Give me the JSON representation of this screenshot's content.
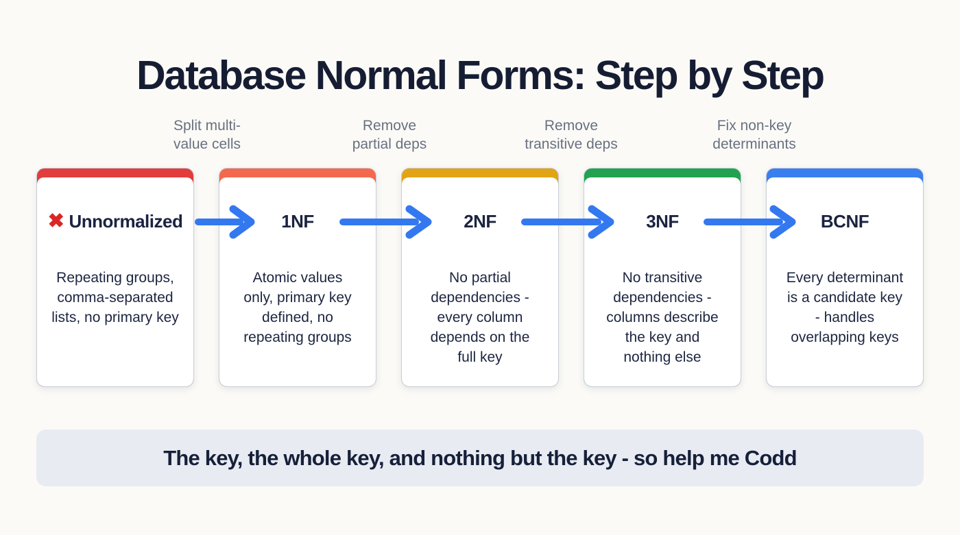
{
  "title": "Database Normal Forms: Step by Step",
  "colors": {
    "background": "#fbfaf7",
    "heading_text": "#161d33",
    "body_text": "#1c2540",
    "label_gray": "#68717f",
    "arrow_blue": "#3478f0",
    "footer_background": "#e8ebf2",
    "x_mark_red": "#dc2626"
  },
  "transitions": [
    {
      "label": "Split multi-\nvalue cells"
    },
    {
      "label": "Remove\npartial deps"
    },
    {
      "label": "Remove\ntransitive deps"
    },
    {
      "label": "Fix non-key\ndeterminants"
    }
  ],
  "cards": [
    {
      "name": "Unnormalized",
      "icon": "x-mark-icon",
      "icon_glyph": "✖",
      "accent_color": "#e23c3c",
      "description": "Repeating groups,\ncomma-separated\nlists, no primary key"
    },
    {
      "name": "1NF",
      "accent_color": "#f4694d",
      "description": "Atomic values\nonly, primary key\ndefined, no\nrepeating groups"
    },
    {
      "name": "2NF",
      "accent_color": "#e2a414",
      "description": "No partial\ndependencies -\nevery column\ndepends on the\nfull key"
    },
    {
      "name": "3NF",
      "accent_color": "#21a24f",
      "description": "No transitive\ndependencies -\ncolumns describe\nthe key and\nnothing else"
    },
    {
      "name": "BCNF",
      "accent_color": "#3a7ff0",
      "description": "Every determinant\nis a candidate key\n- handles\noverlapping keys"
    }
  ],
  "footer": {
    "quote": "The key, the whole key, and nothing but the key - so help me Codd"
  }
}
